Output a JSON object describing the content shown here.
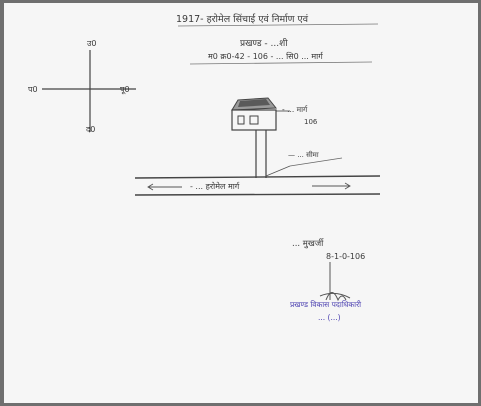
{
  "header": {
    "line1": "1917- हरोमेल सिंचाई एवं निर्माण एवं",
    "line2": "प्रखण्ड - ...शी",
    "line3": "म0 क्र0-42 - 106 - ... सि0 ... मार्ग"
  },
  "compass": {
    "north": "उ0",
    "south": "द0",
    "east": "पू0",
    "west": "प0"
  },
  "building_label": {
    "line1": "- ... मार्ग",
    "line2": "106"
  },
  "road_label": "- ... हरोमेल मार्ग",
  "boundary_label": "— ... सीमा",
  "signature_block": {
    "name": "... मुखर्जी",
    "date": "8-1-0-106"
  },
  "stamp": {
    "line1": "प्रखण्ड विकास पदाधिकारी",
    "line2": "... (...)"
  },
  "colors": {
    "paper": "#f6f6f6",
    "background": "#6f6f6f",
    "ink": "#3a3a3a",
    "stamp_ink": "#4a3fb0"
  }
}
